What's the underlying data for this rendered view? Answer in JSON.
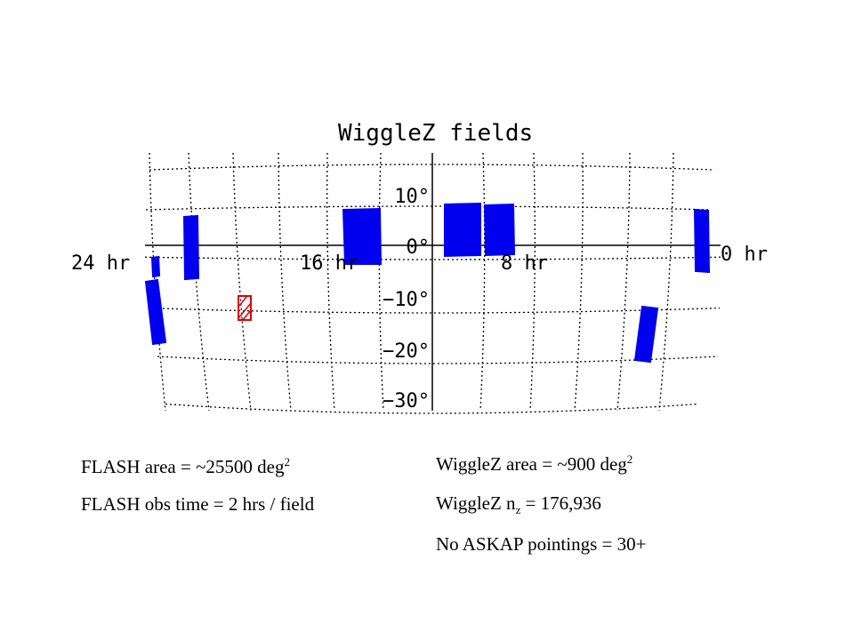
{
  "map": {
    "title": "WiggleZ fields",
    "ra_labels": [
      "24 hr",
      "16 hr",
      "8 hr",
      "0 hr"
    ],
    "dec_labels": [
      "10°",
      "0°",
      "−10°",
      "−20°",
      "−30°"
    ],
    "field_color": "#0000ee",
    "flash_marker_color": "#dd0000",
    "line_color": "#000000"
  },
  "notes": {
    "flash_area_prefix": "FLASH area  =  ~25500 deg",
    "flash_area_sup": "2",
    "flash_time": "FLASH obs time = 2 hrs / field",
    "wigglez_area_prefix": "WiggleZ area = ~900 deg",
    "wigglez_area_sup": "2",
    "wigglez_n_prefix": "WiggleZ n",
    "wigglez_n_sub": "z",
    "wigglez_n_suffix": " = 176,936",
    "askap_pointings": "No ASKAP pointings = 30+"
  }
}
